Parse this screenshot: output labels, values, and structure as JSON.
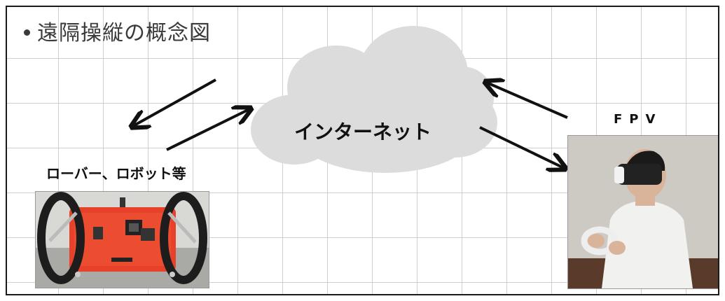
{
  "title": "遠隔操縦の概念図",
  "labels": {
    "robot": "ローバー、ロボット等",
    "fpv": "FPV",
    "internet": "インターネット"
  },
  "colors": {
    "cloud": "#dcdcdc",
    "robot_body": "#e8412a",
    "arrow": "#111111",
    "grid": "#cfcfcf"
  },
  "icons": {
    "cloud": "cloud-icon",
    "arrows": [
      "arrow-icon-robot-out",
      "arrow-icon-robot-in",
      "arrow-icon-fpv-out",
      "arrow-icon-fpv-in"
    ]
  },
  "images": {
    "robot": "red-wheeled-rover-photo",
    "fpv": "person-wearing-vr-headset-with-controller-photo"
  }
}
